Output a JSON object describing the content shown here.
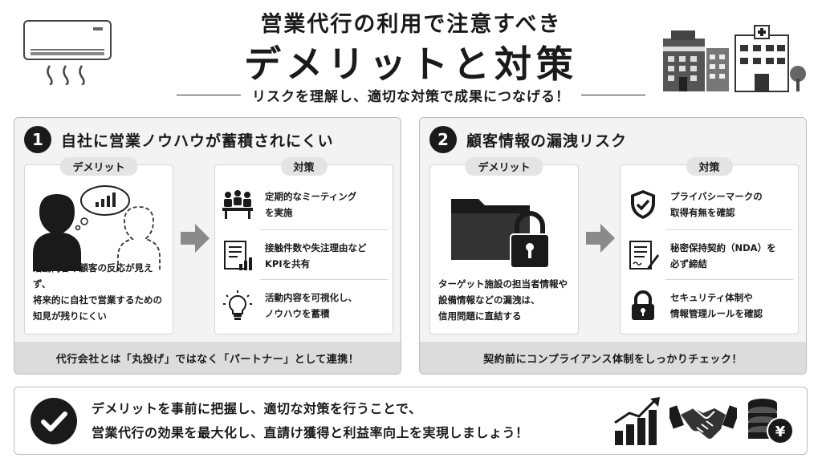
{
  "header": {
    "title_line1": "営業代行の利用で注意すべき",
    "title_line2": "デメリットと対策",
    "subtitle": "リスクを理解し、適切な対策で成果につなげる！"
  },
  "panels": [
    {
      "number": "1",
      "title": "自社に営業ノウハウが蓄積されにくい",
      "demerit_label": "デメリット",
      "demerit_text": [
        "活動内容や顧客の反応が見えず、",
        "将来的に自社で営業するための",
        "知見が残りにくい"
      ],
      "counter_label": "対策",
      "counters": [
        {
          "icon": "meeting-icon",
          "lines": [
            "定期的なミーティング",
            "を実施"
          ]
        },
        {
          "icon": "report-chart-icon",
          "lines": [
            "接触件数や失注理由など",
            "KPIを共有"
          ]
        },
        {
          "icon": "lightbulb-icon",
          "lines": [
            "活動内容を可視化し、",
            "ノウハウを蓄積"
          ]
        }
      ],
      "footer": "代行会社とは「丸投げ」ではなく「パートナー」として連携！"
    },
    {
      "number": "2",
      "title": "顧客情報の漏洩リスク",
      "demerit_label": "デメリット",
      "demerit_text": [
        "ターゲット施設の担当者情報や",
        "設備情報などの漏洩は、",
        "信用問題に直結する"
      ],
      "counter_label": "対策",
      "counters": [
        {
          "icon": "shield-check-icon",
          "lines": [
            "プライバシーマークの",
            "取得有無を確認"
          ]
        },
        {
          "icon": "contract-icon",
          "lines": [
            "秘密保持契約（NDA）を",
            "必ず締結"
          ]
        },
        {
          "icon": "padlock-icon",
          "lines": [
            "セキュリティ体制や",
            "情報管理ルールを確認"
          ]
        }
      ],
      "footer": "契約前にコンプライアンス体制をしっかりチェック！"
    }
  ],
  "summary": {
    "line1": "デメリットを事前に把握し、適切な対策を行うことで、",
    "line2": "営業代行の効果を最大化し、直請け獲得と利益率向上を実現しましょう！",
    "currency_glyph": "¥"
  },
  "colors": {
    "dark": "#1a1a1a",
    "panel_bg": "#f3f3f3",
    "band": "#dcdcdc",
    "arrow": "#8a8a8a"
  }
}
